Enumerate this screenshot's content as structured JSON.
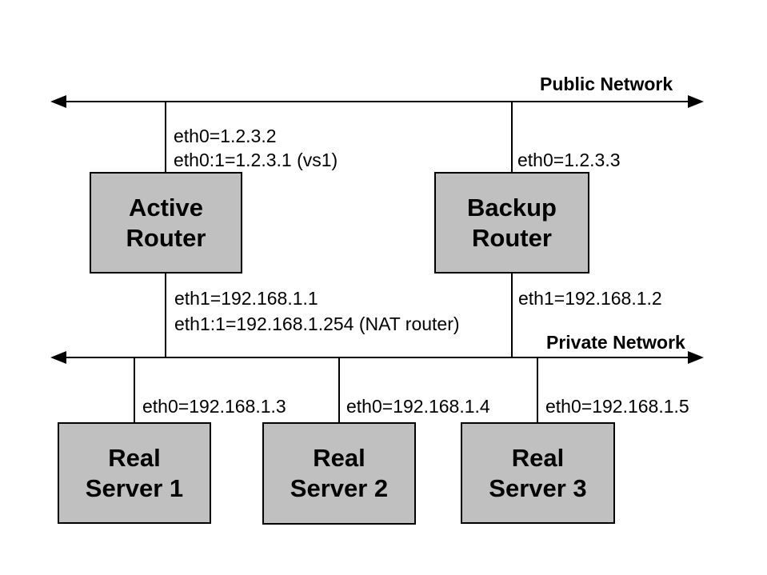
{
  "networks": {
    "public": {
      "label": "Public Network"
    },
    "private": {
      "label": "Private Network"
    }
  },
  "routers": {
    "active": {
      "label": "Active\nRouter",
      "eth0": "eth0=1.2.3.2",
      "eth0_alias": "eth0:1=1.2.3.1 (vs1)",
      "eth1": "eth1=192.168.1.1",
      "eth1_alias": "eth1:1=192.168.1.254 (NAT router)"
    },
    "backup": {
      "label": "Backup\nRouter",
      "eth0": "eth0=1.2.3.3",
      "eth1": "eth1=192.168.1.2"
    }
  },
  "servers": {
    "server1": {
      "label": "Real\nServer 1",
      "eth0": "eth0=192.168.1.3"
    },
    "server2": {
      "label": "Real\nServer 2",
      "eth0": "eth0=192.168.1.4"
    },
    "server3": {
      "label": "Real\nServer 3",
      "eth0": "eth0=192.168.1.5"
    }
  },
  "colors": {
    "node_fill": "#c0c0c0",
    "node_border": "#000000",
    "line": "#000000",
    "background": "#ffffff"
  }
}
